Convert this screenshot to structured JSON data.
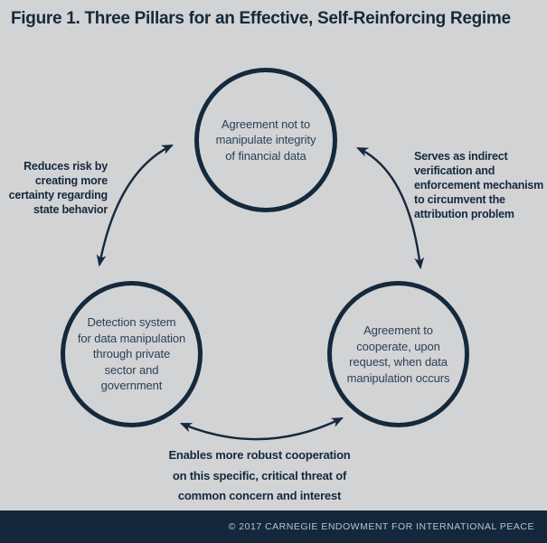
{
  "title": "Figure 1. Three Pillars for an Effective, Self-Reinforcing Regime",
  "colors": {
    "background": "#d2d3d5",
    "navy": "#15293d",
    "node_text": "#2a4158",
    "footer_bg": "#15283b",
    "footer_text": "#b8c1c9"
  },
  "nodes": {
    "top": {
      "text": "Agreement not to manipulate integrity of financial data",
      "lines": [
        "Agreement not to",
        "manipulate integrity",
        "of financial data"
      ]
    },
    "bottom_left": {
      "text": "Detection system for data manipulation through private sector and government",
      "lines": [
        "Detection system",
        "for data manipulation",
        "through private",
        "sector and",
        "government"
      ]
    },
    "bottom_right": {
      "text": "Agreement to cooperate, upon request, when data manipulation occurs",
      "lines": [
        "Agreement to",
        "cooperate, upon",
        "request, when data",
        "manipulation occurs"
      ]
    }
  },
  "edge_labels": {
    "left": {
      "text": "Reduces risk by creating more certainty regarding state behavior",
      "lines": [
        "Reduces risk by",
        "creating more",
        "certainty regarding",
        "state behavior"
      ]
    },
    "right": {
      "text": "Serves as indirect verification and enforcement mechanism to circumvent the attribution problem",
      "lines": [
        "Serves as indirect",
        "verification and",
        "enforcement mechanism",
        "to circumvent the",
        "attribution problem"
      ]
    },
    "bottom": {
      "text": "Enables more robust cooperation on this specific, critical threat of common concern and interest",
      "lines": [
        "Enables more robust cooperation",
        "on this specific, critical threat of",
        "common concern and interest"
      ]
    }
  },
  "connections": [
    {
      "from": "bottom_left",
      "to": "top",
      "bidirectional": true
    },
    {
      "from": "top",
      "to": "bottom_right",
      "bidirectional": true
    },
    {
      "from": "bottom_left",
      "to": "bottom_right",
      "bidirectional": true
    }
  ],
  "footer": {
    "text": "© 2017 CARNEGIE ENDOWMENT FOR INTERNATIONAL PEACE"
  }
}
